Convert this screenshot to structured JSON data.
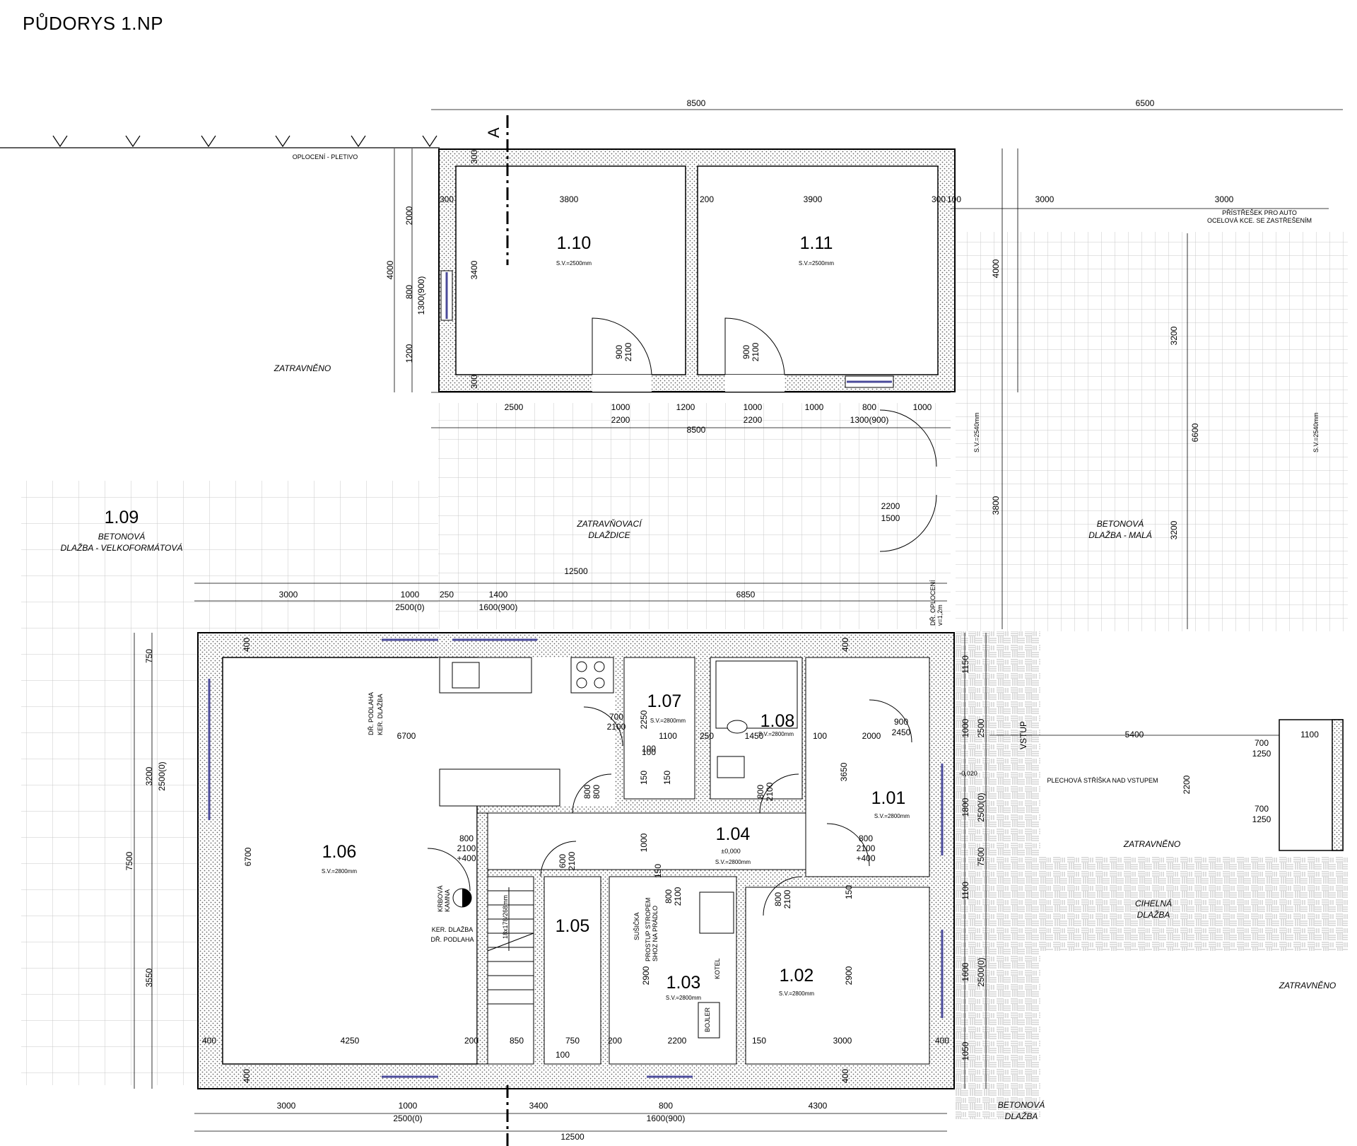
{
  "title": "PŮDORYS 1.NP",
  "section_marker": "A",
  "rooms": [
    {
      "id": "1.10",
      "sv": "S.V.=2500mm"
    },
    {
      "id": "1.11",
      "sv": "S.V.=2500mm"
    },
    {
      "id": "1.09",
      "sv": ""
    },
    {
      "id": "1.07",
      "sv": "S.V.=2800mm"
    },
    {
      "id": "1.08",
      "sv": "S.V.=2800mm"
    },
    {
      "id": "1.01",
      "sv": "S.V.=2800mm"
    },
    {
      "id": "1.06",
      "sv": "S.V.=2800mm"
    },
    {
      "id": "1.04",
      "sv": "S.V.=2800mm"
    },
    {
      "id": "1.05",
      "sv": ""
    },
    {
      "id": "1.03",
      "sv": "S.V.=2800mm"
    },
    {
      "id": "1.02",
      "sv": "S.V.=2800mm"
    }
  ],
  "labels": {
    "fence": "OPLOCENÍ - PLETIVO",
    "grass1": "ZATRAVNĚNO",
    "grass2": "ZATRAVNĚNO",
    "grass3": "ZATRAVNĚNO",
    "paving_large_1": "BETONOVÁ",
    "paving_large_2": "DLAŽBA - VELKOFORMÁTOVÁ",
    "grass_tiles_1": "ZATRAVŇOVACÍ",
    "grass_tiles_2": "DLAŽDICE",
    "paving_small_1": "BETONOVÁ",
    "paving_small_2": "DLAŽBA - MALÁ",
    "carport_1": "PŘÍSTŘEŠEK PRO AUTO",
    "carport_2": "OCELOVÁ KCE. SE ZASTŘEŠENÍM",
    "sv_carport_1": "S.V.=2540mm",
    "sv_carport_2": "S.V.=2540mm",
    "entrance": "VSTUP",
    "canopy": "PLECHOVÁ STŘÍŠKA NAD VSTUPEM",
    "brick_1": "CIHELNÁ",
    "brick_2": "DLAŽBA",
    "concrete_1": "BETONOVÁ",
    "concrete_2": "DLAŽBA",
    "floor_wood": "DŘ. PODLAHA",
    "floor_ceramic": "KER. DLAŽBA",
    "floor_ceramic_2": "KER. DLAŽBA",
    "floor_wood_2": "DŘ. PODLAHA",
    "stove_1": "KRBOVÁ",
    "stove_2": "KAMNA",
    "stairs": "18x178/268mm",
    "boiler": "BOJLER",
    "kotel": "KOTEL",
    "drier": "SUŠIČKA",
    "ceiling_pass_1": "PROSTUP STROPEM",
    "ceiling_pass_2": "SHOZ NA PRÁDLO",
    "level_0": "±0,000",
    "level_neg": "-0,020",
    "fence_note_1": "DŘ. OPLOCENÍ",
    "fence_note_2": "v=1,2m"
  },
  "dimensions": {
    "top_8500": "8500",
    "top_6500": "6500",
    "in_300a": "300",
    "in_3800": "3800",
    "in_200": "200",
    "in_3900": "3900",
    "in_300b": "300",
    "in_100": "100",
    "car_3000a": "3000",
    "car_3000b": "3000",
    "l_2000": "2000",
    "l_4000": "4000",
    "l_800": "800",
    "l_1300": "1300(900)",
    "l_1200": "1200",
    "l_3400": "3400",
    "l_300a": "300",
    "l_300b": "300",
    "d1_900": "900",
    "d1_2100": "2100",
    "d2_900": "900",
    "d2_2100": "2100",
    "r_4000": "4000",
    "r_3200a": "3200",
    "r_6600": "6600",
    "r_3800": "3800",
    "r_3200b": "3200",
    "b_2500": "2500",
    "b_1000a": "1000",
    "b_1200": "1200",
    "b_1000b": "1000",
    "b_1000c": "1000",
    "b_800": "800",
    "b_1000d": "1000",
    "b_2200a": "2200",
    "b_2200b": "2200",
    "b_1300": "1300(900)",
    "b_8500": "8500",
    "gate_2200": "2200",
    "gate_1500": "1500",
    "m_12500": "12500",
    "m_3000": "3000",
    "m_1000": "1000",
    "m_250": "250",
    "m_1400": "1400",
    "m_6850": "6850",
    "m_2500_0": "2500(0)",
    "m_1600": "1600(900)",
    "hl_750": "750",
    "hl_3200": "3200",
    "hl_2500": "2500(0)",
    "hl_7500": "7500",
    "hl_3550": "3550",
    "hl_6700v": "6700",
    "h_400a": "400",
    "h_400b": "400",
    "h_400c": "400",
    "h_400d": "400",
    "h_400e": "400",
    "h_400f": "400",
    "h_6700": "6700",
    "h_4250": "4250",
    "h_200a": "200",
    "h_850": "850",
    "h_750": "750",
    "h_200b": "200",
    "h_2200": "2200",
    "h_150": "150",
    "h_3000": "3000",
    "h_100": "100",
    "h_1100": "1100",
    "h_100b": "100",
    "h_250": "250",
    "h_1450": "1450",
    "h_100c": "100",
    "h_2000": "2000",
    "h_2250": "2250",
    "h_150a": "150",
    "h_150b": "150",
    "h_3650": "3650",
    "h_1000": "1000",
    "h_150c": "150",
    "h_2900a": "2900",
    "h_2900b": "2900",
    "h_150d": "150",
    "dr_700": "700",
    "dr_2100a": "2100",
    "dr_800a": "800",
    "dr_2100b": "2100",
    "dr_400a": "+400",
    "dr_800b": "800",
    "dr_2100c": "2100",
    "dr_400b": "+400",
    "dr_900": "900",
    "dr_2450": "2450",
    "dr_800c": "800",
    "dr_800d": "800",
    "dr_800e": "800",
    "dr_2100d": "2100",
    "dr_600": "600",
    "dr_2100e": "2100",
    "dr_800f": "800",
    "dr_2100f": "2100",
    "dr_800g": "800",
    "dr_2100g": "2100",
    "rr_1150": "1150",
    "rr_1000": "1000",
    "rr_2500": "2500",
    "rr_1800": "1800",
    "rr_2500_0": "2500(0)",
    "rr_7500": "7500",
    "rr_1100": "1100",
    "rr_1600": "1600",
    "rr_2500_0b": "2500(0)",
    "rr_1050": "1050",
    "e_5400": "5400",
    "e_1100": "1100",
    "e_2200": "2200",
    "e_700a": "700",
    "e_1250a": "1250",
    "e_700b": "700",
    "e_1250b": "1250",
    "bt_3000": "3000",
    "bt_1000": "1000",
    "bt_3400": "3400",
    "bt_800": "800",
    "bt_4300": "4300",
    "bt_2500_0": "2500(0)",
    "bt_1600": "1600(900)",
    "bt_12500": "12500",
    "st_100": "100"
  },
  "colors": {
    "wall_hatch": "#555555",
    "window": "#4a4a9a",
    "line": "#000000",
    "grid": "#bdbdbd"
  }
}
